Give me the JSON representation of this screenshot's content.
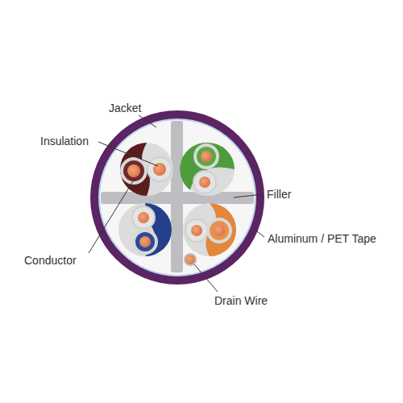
{
  "diagram": {
    "labels": [
      "Jacket",
      "Insulation",
      "Conductor",
      "Filler",
      "Aluminum / PET Tape",
      "Drain Wire"
    ]
  }
}
